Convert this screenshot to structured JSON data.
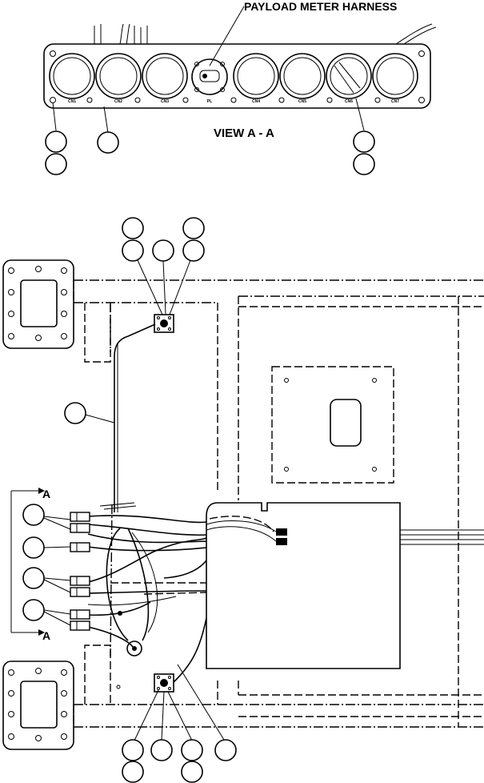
{
  "labels": {
    "harness_title": "PAYLOAD METER HARNESS",
    "view_title": "VIEW A - A",
    "section_mark_top": "A",
    "section_mark_bottom": "A"
  },
  "connectors": [
    {
      "id": "cn1",
      "label": "CN1"
    },
    {
      "id": "cn2",
      "label": "CN2"
    },
    {
      "id": "cn3",
      "label": "CN3"
    },
    {
      "id": "plug",
      "label": "PL"
    },
    {
      "id": "cn4",
      "label": "CN4"
    },
    {
      "id": "cn5",
      "label": "CN5"
    },
    {
      "id": "cn6",
      "label": "CN6"
    },
    {
      "id": "cn7",
      "label": "CN7"
    }
  ]
}
